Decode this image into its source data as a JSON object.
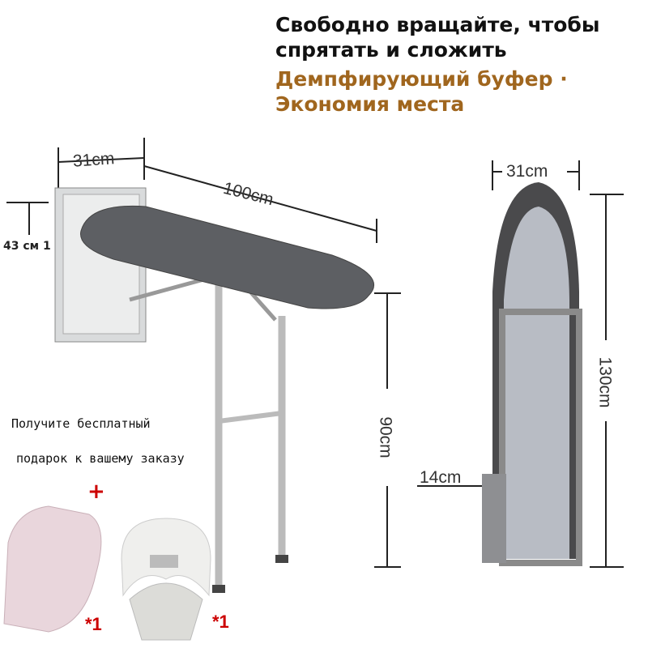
{
  "headline": {
    "line1": "Свободно вращайте, чтобы",
    "line2": "спрятать и сложить",
    "accent_line1": "Демпфирующий буфер ·",
    "accent_line2": "Экономия места"
  },
  "dimensions": {
    "depth_open": "31cm",
    "length": "100cm",
    "bracket_height": "43 см 1",
    "height_open": "90cm",
    "depth_folded": "31cm",
    "height_folded": "130cm",
    "thickness_folded": "14cm"
  },
  "gift": {
    "line1": "Получите бесплатный",
    "line2": "подарок к вашему заказу",
    "plus": "+",
    "item1_qty": "*1",
    "item2_qty": "*1"
  },
  "colors": {
    "accent": "#a0661e",
    "quantity": "#cc0000"
  }
}
